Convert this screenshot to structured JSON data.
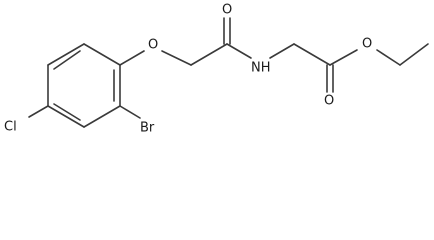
{
  "molecule": {
    "atoms": {
      "o_ether": "O",
      "o_amide": "O",
      "n_amide": "NH",
      "o_ester_carbonyl": "O",
      "o_ester": "O",
      "cl": "Cl",
      "br": "Br"
    }
  }
}
